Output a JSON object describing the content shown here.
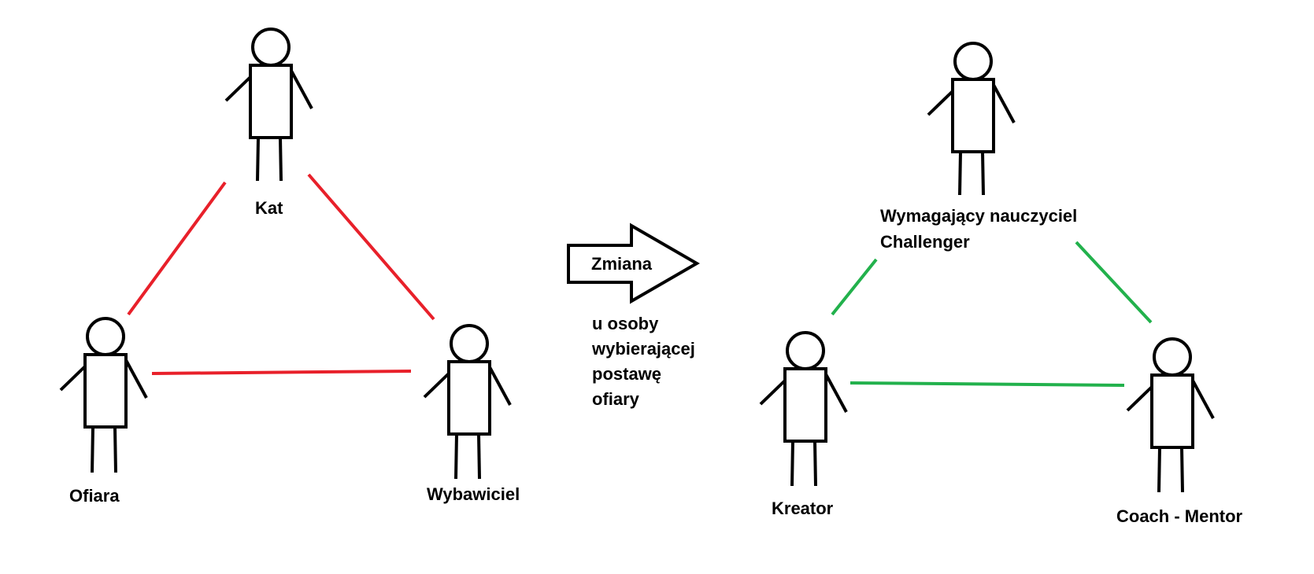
{
  "colors": {
    "negative_edge": "#e8202a",
    "positive_edge": "#22b14c",
    "figure_stroke": "#000000"
  },
  "left_triangle": {
    "top": "Kat",
    "left": "Ofiara",
    "right": "Wybawiciel"
  },
  "arrow": {
    "label": "Zmiana",
    "caption": [
      "u osoby",
      "wybierającej",
      "postawę",
      "ofiary"
    ]
  },
  "right_triangle": {
    "top_line1": "Wymagający nauczyciel",
    "top_line2": "Challenger",
    "left": "Kreator",
    "right": "Coach - Mentor"
  }
}
